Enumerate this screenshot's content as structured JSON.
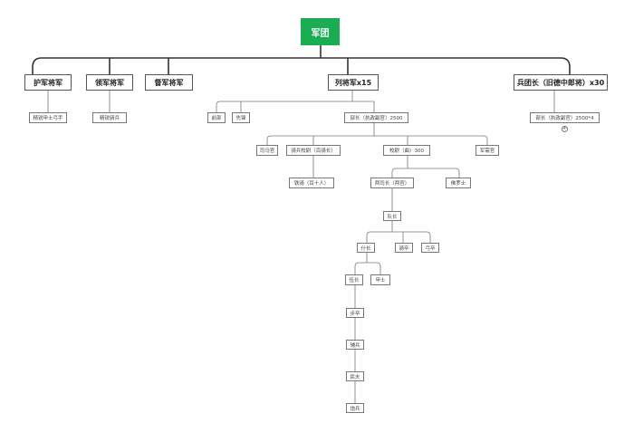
{
  "root": "军团",
  "level1": [
    "护军将军",
    "领军将军",
    "督军将军",
    "列将军x15",
    "兵团长（旧德中郎将）x30"
  ],
  "children": {
    "hujun": "精锐甲士弓手",
    "lingjun": "精锐骑兵",
    "lie_a": "前部",
    "lie_b": "先锋",
    "lie_c": "部长（执政副官）2500",
    "bingtuan": "部长（执政副官）2500*4"
  },
  "badge": "④",
  "bu_children": [
    "司马官",
    "骑兵校尉（百骑长）",
    "校尉（曲）300",
    "军需官"
  ],
  "qi_child": "铁骑（百十人）",
  "qu_children": [
    "两司长（两官）",
    "佛罗士"
  ],
  "dui": "队长",
  "dui_children": [
    "什长",
    "骑卒",
    "弓卒"
  ],
  "shi_children": [
    "伍长",
    "甲士"
  ],
  "chain": [
    "步卒",
    "辅兵",
    "民夫",
    "炮兵"
  ]
}
